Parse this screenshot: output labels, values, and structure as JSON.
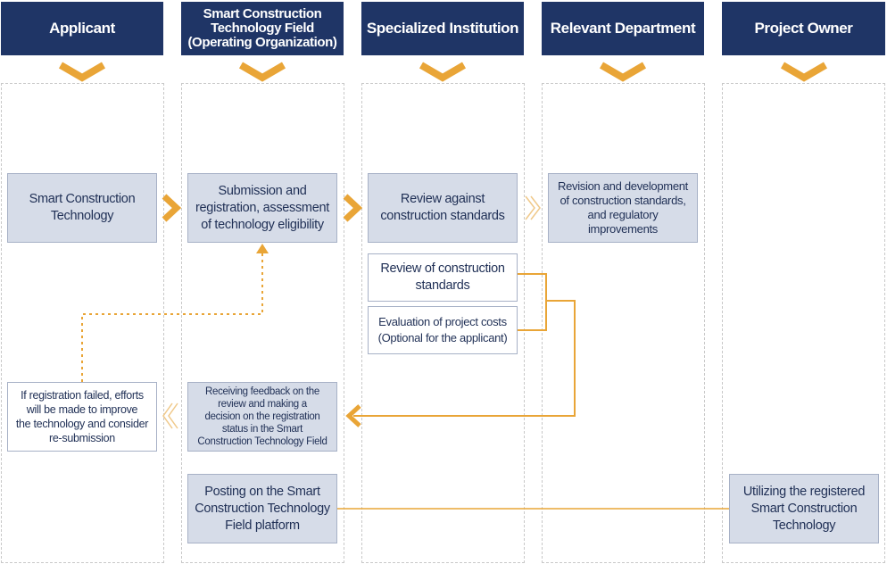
{
  "colors": {
    "header_bg": "#1f3566",
    "accent": "#e9a537",
    "box_fill": "#d6dce8",
    "box_border": "#a7b1c6",
    "text": "#1f2f55"
  },
  "headers": {
    "applicant": [
      "Applicant"
    ],
    "smart_field": [
      "Smart Construction",
      "Technology Field",
      "(Operating Organization)"
    ],
    "specialized": [
      "Specialized Institution"
    ],
    "department": [
      "Relevant Department"
    ],
    "owner": [
      "Project Owner"
    ]
  },
  "boxes": {
    "smart_tech": [
      "Smart Construction",
      "Technology"
    ],
    "submission": [
      "Submission and",
      "registration, assessment",
      "of technology eligibility"
    ],
    "review_against": [
      "Review against",
      "construction standards"
    ],
    "revision": [
      "Revision and development",
      "of construction standards,",
      "and regulatory",
      "improvements"
    ],
    "review_of": [
      "Review of construction",
      "standards"
    ],
    "evaluation": [
      "Evaluation of project costs",
      "(Optional for the applicant)"
    ],
    "failed": [
      "If registration failed, efforts",
      "will be made to improve",
      "the technology and consider",
      "re-submission"
    ],
    "feedback": [
      "Receiving feedback on the",
      "review and making a",
      "decision on the registration",
      "status in the Smart",
      "Construction Technology Field"
    ],
    "posting": [
      "Posting on the Smart",
      "Construction Technology",
      "Field platform"
    ],
    "utilizing": [
      "Utilizing the registered",
      "Smart Construction",
      "Technology"
    ]
  }
}
